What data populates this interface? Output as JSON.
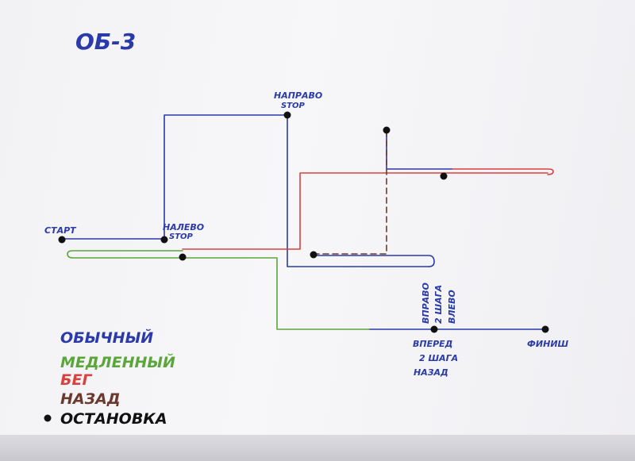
{
  "title": "ОБ-3",
  "labels": {
    "start": "СТАРТ",
    "left_stop": [
      "НАЛЕВО",
      "STOP"
    ],
    "right_stop": [
      "НАПРАВО",
      "STOP"
    ],
    "turn_right": [
      "ВПРАВО",
      "2 ШАГА",
      "ВЛЕВО"
    ],
    "forward": [
      "ВПЕРЕД",
      "2 ШАГА",
      "НАЗАД"
    ],
    "finish": "ФИНИШ"
  },
  "legend": [
    {
      "label": "ОБЫЧНЫЙ",
      "color": "#2a3aa8",
      "kind": "line"
    },
    {
      "label": "МЕДЛЕННЫЙ",
      "color": "#5aa63a",
      "kind": "line"
    },
    {
      "label": "БЕГ",
      "color": "#d9413e",
      "kind": "line"
    },
    {
      "label": "НАЗАД",
      "color": "#6b3a2e",
      "kind": "dashed"
    },
    {
      "label": "ОСТАНОВКА",
      "color": "#111111",
      "kind": "dot"
    }
  ],
  "colors": {
    "normal": "#2a3aa8",
    "slow": "#5aa63a",
    "run": "#d9413e",
    "back": "#6b3a2e",
    "stop": "#111111",
    "ink": "#2a3aa8"
  }
}
